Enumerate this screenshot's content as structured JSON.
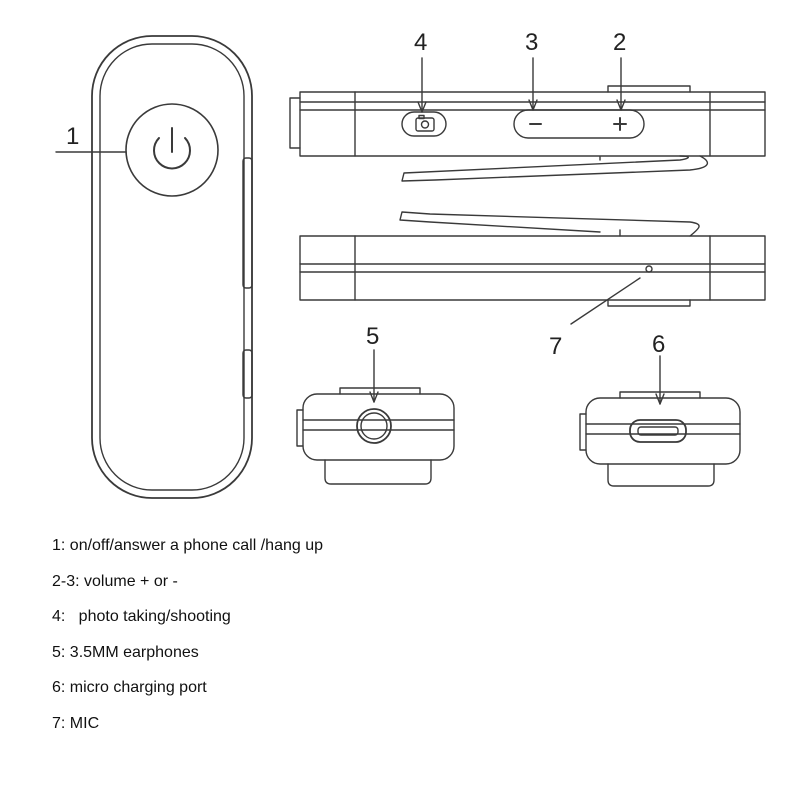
{
  "callouts": {
    "c1": "1",
    "c2": "2",
    "c3": "3",
    "c4": "4",
    "c5": "5",
    "c6": "6",
    "c7": "7"
  },
  "legend": [
    "1: on/off/answer a phone call /hang up",
    "2-3: volume + or -",
    "4:   photo taking/shooting",
    "5: 3.5MM earphones",
    "6: micro charging port",
    "7: MIC"
  ],
  "icons": {
    "power": "power-icon",
    "camera": "camera-icon",
    "minus": "minus-icon",
    "plus": "plus-icon"
  },
  "colors": {
    "stroke": "#3a3a3a",
    "text": "#111111"
  }
}
